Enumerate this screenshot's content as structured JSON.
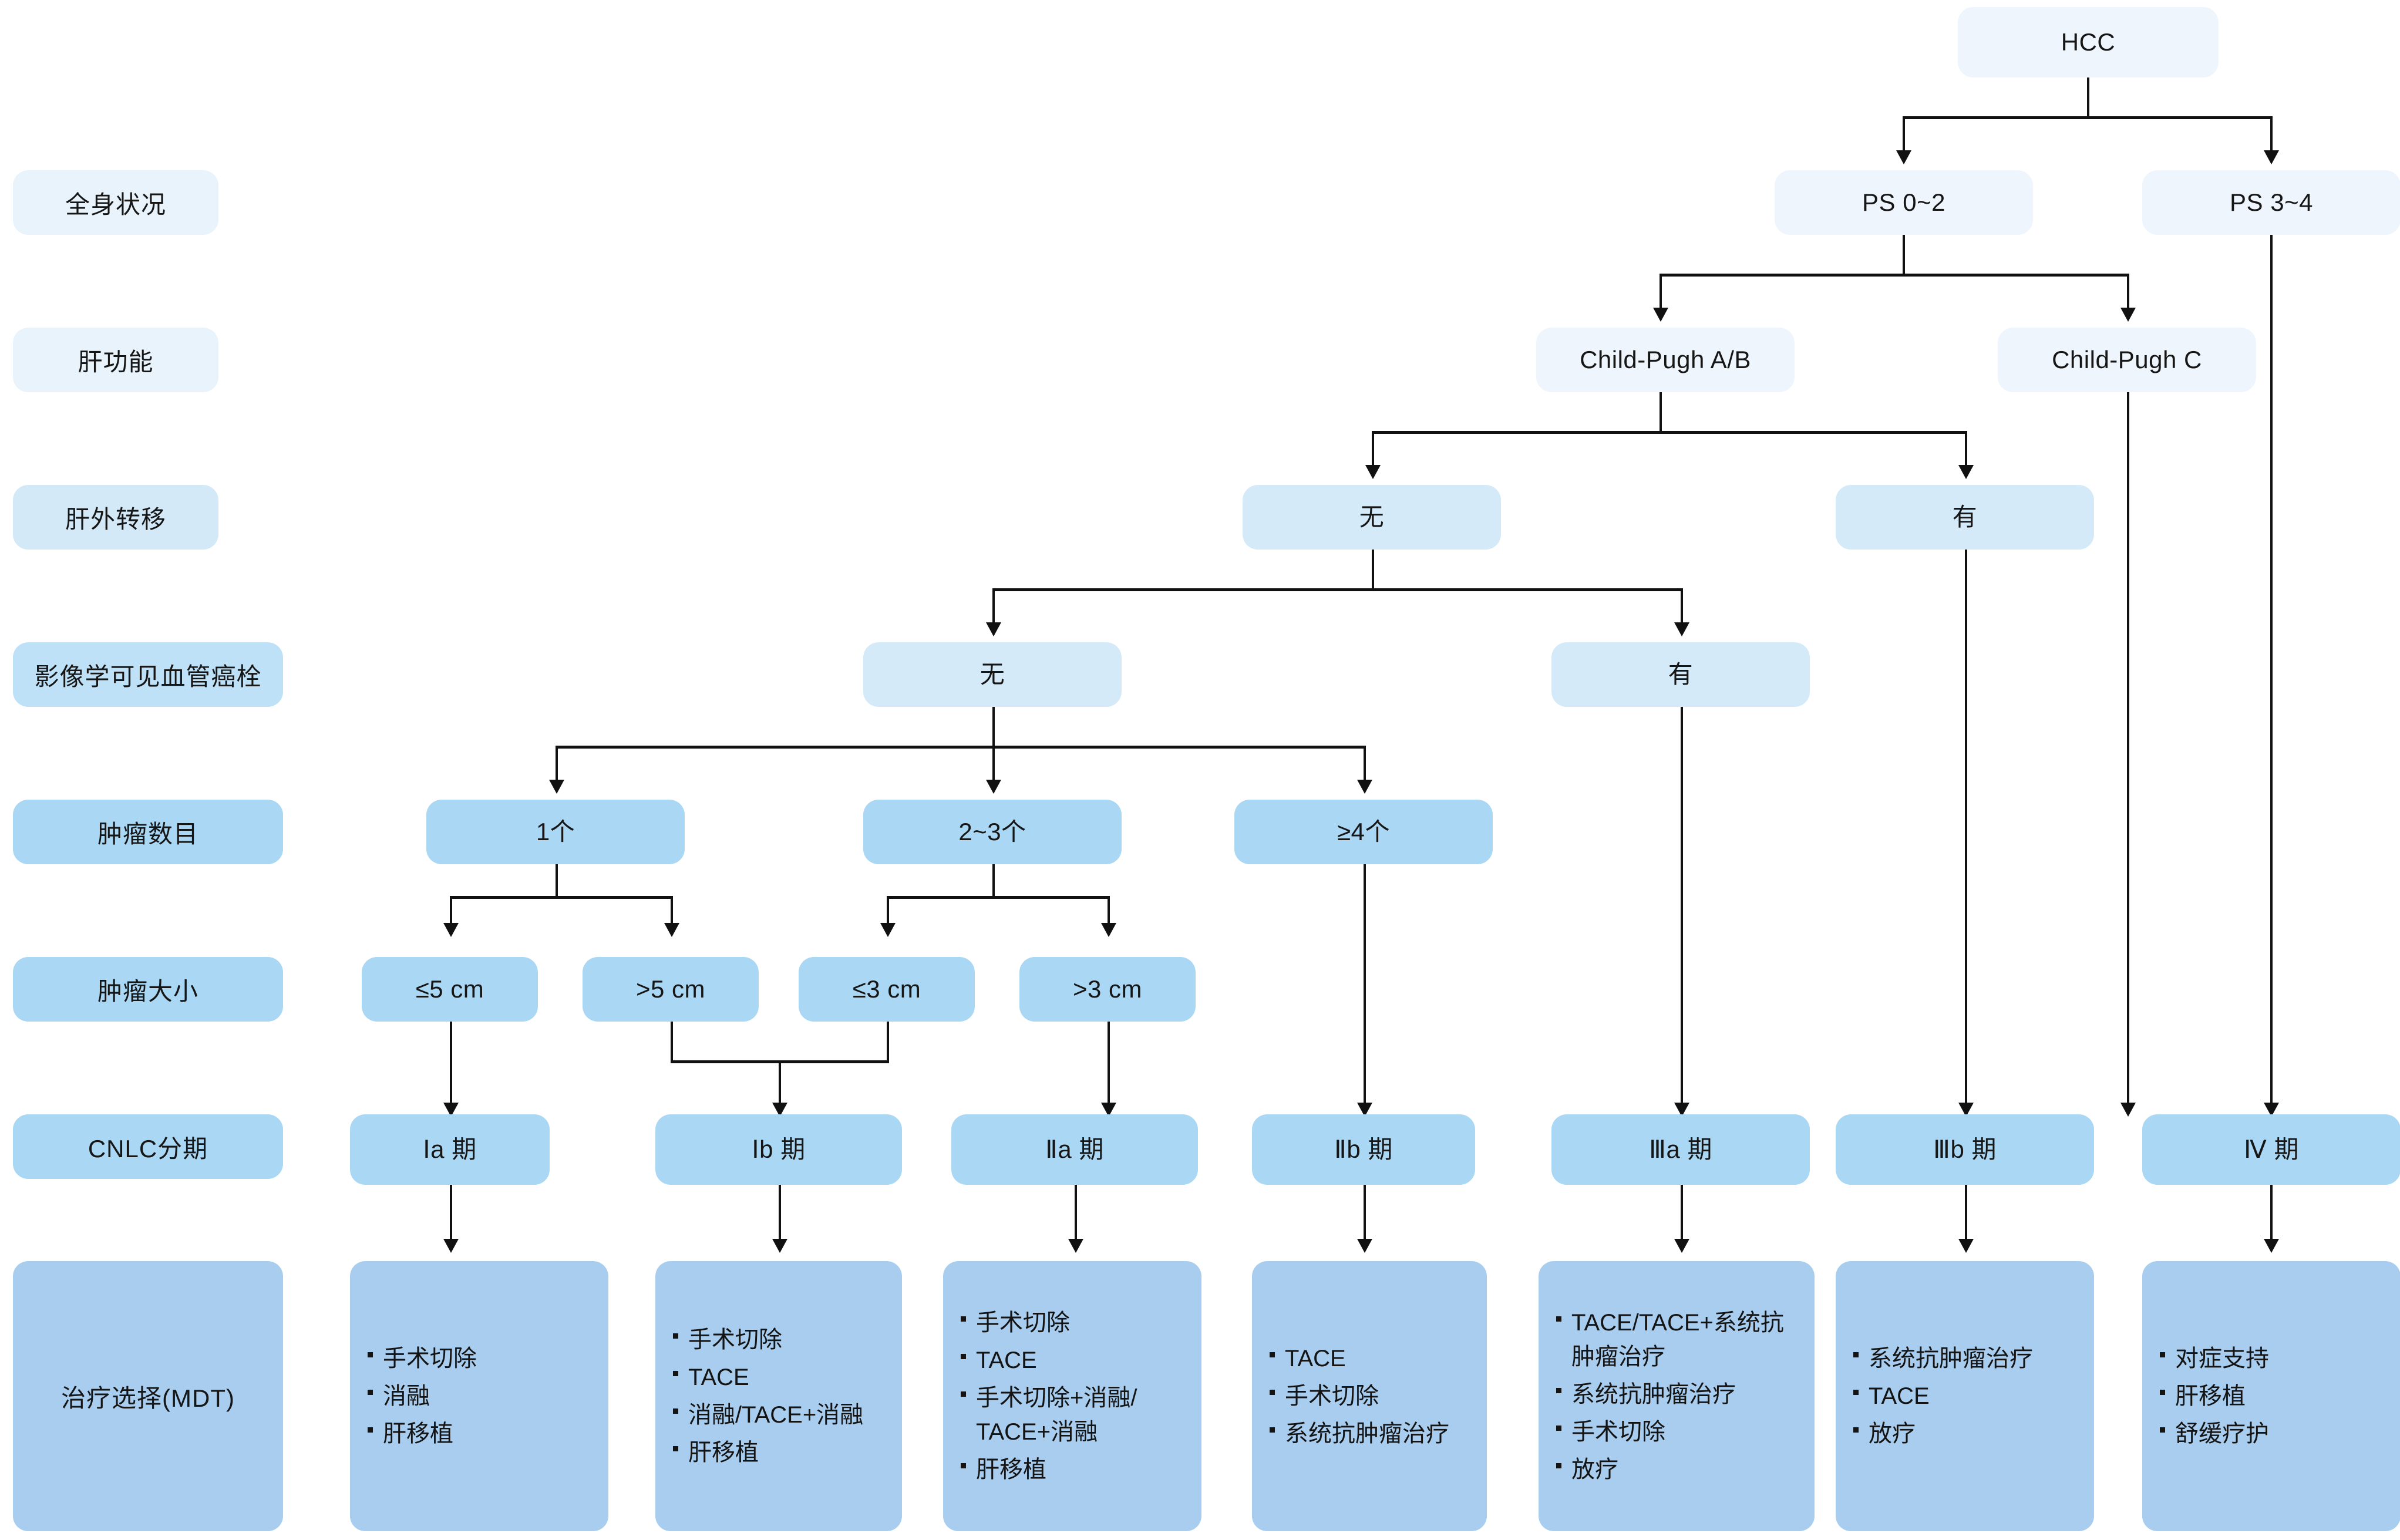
{
  "row_labels": [
    {
      "id": "performance-status",
      "text": "全身状况"
    },
    {
      "id": "liver-function",
      "text": "肝功能"
    },
    {
      "id": "extrahepatic-metastasis",
      "text": "肝外转移"
    },
    {
      "id": "vascular-tumor-thrombus",
      "text": "影像学可见血管癌栓"
    },
    {
      "id": "tumor-number",
      "text": "肿瘤数目"
    },
    {
      "id": "tumor-size",
      "text": "肿瘤大小"
    },
    {
      "id": "cnlc-stage",
      "text": "CNLC分期"
    },
    {
      "id": "treatment-choice",
      "text": "治疗选择(MDT)"
    }
  ],
  "root": {
    "id": "hcc",
    "text": "HCC"
  },
  "performance_status": [
    {
      "id": "ps-0-2",
      "text": "PS 0~2"
    },
    {
      "id": "ps-3-4",
      "text": "PS 3~4"
    }
  ],
  "liver_function": [
    {
      "id": "child-pugh-ab",
      "text": "Child-Pugh A/B"
    },
    {
      "id": "child-pugh-c",
      "text": "Child-Pugh C"
    }
  ],
  "extrahepatic_metastasis": [
    {
      "id": "meta-none",
      "text": "无"
    },
    {
      "id": "meta-yes",
      "text": "有"
    }
  ],
  "vascular_thrombus": [
    {
      "id": "thrombus-none",
      "text": "无"
    },
    {
      "id": "thrombus-yes",
      "text": "有"
    }
  ],
  "tumor_number": [
    {
      "id": "num-1",
      "text": "1个"
    },
    {
      "id": "num-2-3",
      "text": "2~3个"
    },
    {
      "id": "num-4plus",
      "text": "≥4个"
    }
  ],
  "tumor_size": [
    {
      "id": "size-le5",
      "text": "≤5 cm"
    },
    {
      "id": "size-gt5",
      "text": ">5 cm"
    },
    {
      "id": "size-le3",
      "text": "≤3 cm"
    },
    {
      "id": "size-gt3",
      "text": ">3 cm"
    }
  ],
  "cnlc_stages": [
    {
      "id": "stage-Ia",
      "text": "Ⅰa 期"
    },
    {
      "id": "stage-Ib",
      "text": "Ⅰb 期"
    },
    {
      "id": "stage-IIa",
      "text": "Ⅱa 期"
    },
    {
      "id": "stage-IIb",
      "text": "Ⅱb 期"
    },
    {
      "id": "stage-IIIa",
      "text": "Ⅲa 期"
    },
    {
      "id": "stage-IIIb",
      "text": "Ⅲb 期"
    },
    {
      "id": "stage-IV",
      "text": "Ⅳ 期"
    }
  ],
  "treatments": [
    {
      "id": "tx-Ia",
      "items": [
        "手术切除",
        "消融",
        "肝移植"
      ]
    },
    {
      "id": "tx-Ib",
      "items": [
        "手术切除",
        "TACE",
        "消融/TACE+消融",
        "肝移植"
      ]
    },
    {
      "id": "tx-IIa",
      "items": [
        "手术切除",
        "TACE",
        "手术切除+消融/ TACE+消融",
        "肝移植"
      ]
    },
    {
      "id": "tx-IIb",
      "items": [
        "TACE",
        "手术切除",
        "系统抗肿瘤治疗"
      ]
    },
    {
      "id": "tx-IIIa",
      "items": [
        "TACE/TACE+系统抗肿瘤治疗",
        "系统抗肿瘤治疗",
        "手术切除",
        "放疗"
      ]
    },
    {
      "id": "tx-IIIb",
      "items": [
        "系统抗肿瘤治疗",
        "TACE",
        "放疗"
      ]
    },
    {
      "id": "tx-IV",
      "items": [
        "对症支持",
        "肝移植",
        "舒缓疗护"
      ]
    }
  ],
  "colors": {
    "tone_lightest": "#eff5fd",
    "tone_light": "#d4eaf8",
    "tone_mid": "#a9d7f4",
    "tone_deep": "#a8cdef",
    "connector": "#111111",
    "text": "#161616"
  }
}
